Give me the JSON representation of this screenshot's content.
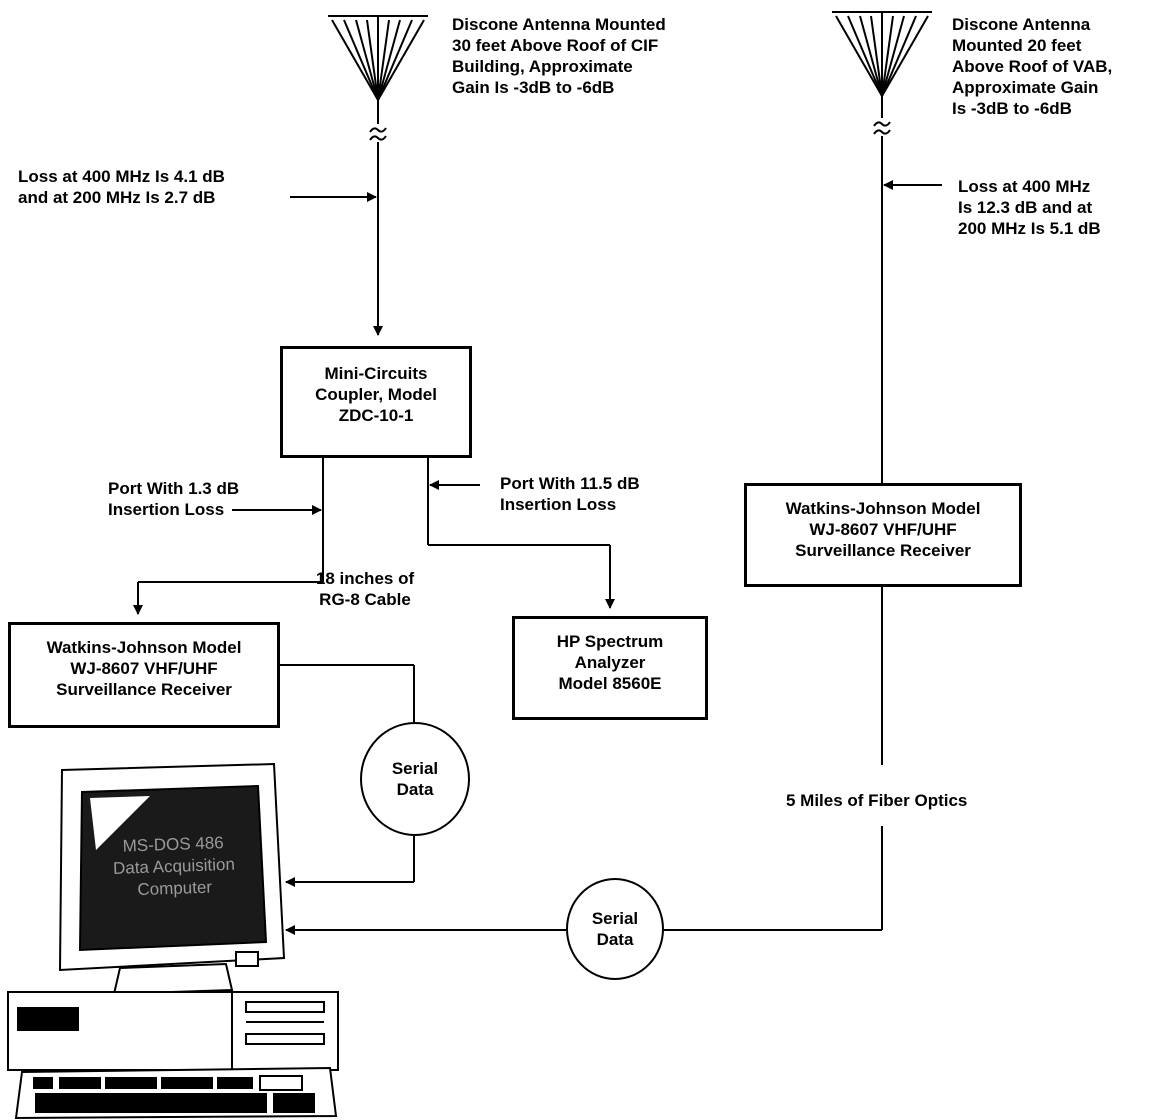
{
  "antenna_left": {
    "label_lines": [
      "Discone Antenna Mounted",
      "30 feet Above Roof of CIF",
      "Building, Approximate",
      "Gain Is -3dB to -6dB"
    ]
  },
  "antenna_right": {
    "label_lines": [
      "Discone Antenna",
      "Mounted 20 feet",
      "Above Roof of VAB,",
      "Approximate Gain",
      "Is -3dB to -6dB"
    ]
  },
  "loss_left": {
    "lines": [
      "Loss at 400 MHz Is 4.1 dB",
      "and at 200 MHz Is 2.7 dB"
    ]
  },
  "loss_right": {
    "lines": [
      "Loss at 400 MHz",
      "Is 12.3 dB and at",
      "200 MHz Is 5.1 dB"
    ]
  },
  "coupler": {
    "lines": [
      "Mini-Circuits",
      "Coupler, Model",
      "ZDC-10-1"
    ]
  },
  "port_low": {
    "lines": [
      "Port With 1.3 dB",
      "Insertion Loss"
    ]
  },
  "port_high": {
    "lines": [
      "Port With 11.5 dB",
      "Insertion Loss"
    ]
  },
  "cable": {
    "lines": [
      "18 inches of",
      "RG-8 Cable"
    ]
  },
  "receiver_left": {
    "lines": [
      "Watkins-Johnson Model",
      "WJ-8607 VHF/UHF",
      "Surveillance Receiver"
    ]
  },
  "receiver_right": {
    "lines": [
      "Watkins-Johnson Model",
      "WJ-8607 VHF/UHF",
      "Surveillance Receiver"
    ]
  },
  "analyzer": {
    "lines": [
      "HP Spectrum",
      "Analyzer",
      "Model 8560E"
    ]
  },
  "serial_left": {
    "lines": [
      "Serial",
      "Data"
    ]
  },
  "serial_bottom": {
    "lines": [
      "Serial",
      "Data"
    ]
  },
  "fiber": {
    "label": "5 Miles of Fiber Optics"
  },
  "computer": {
    "screen_lines": [
      "MS-DOS 486",
      "Data Acquisition",
      "Computer"
    ]
  }
}
